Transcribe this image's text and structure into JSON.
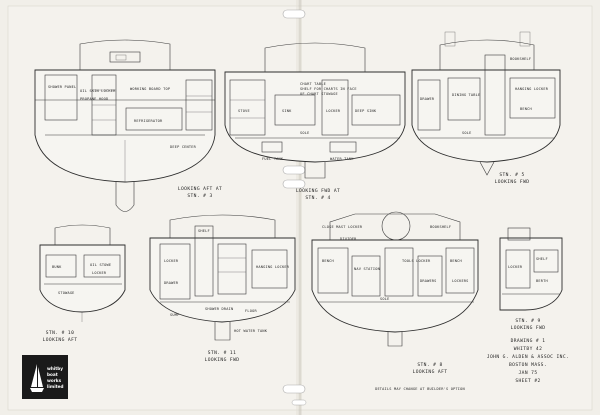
{
  "top_left": {
    "labels": [
      "SHOWER PANEL",
      "OIL SKIN LOCKER",
      "PROPANE HOOD",
      "WORKING BOARD TOP",
      "REFRIGERATOR",
      "DEEP CENTER"
    ],
    "caption": [
      "LOOKING AFT AT",
      "STN. # 3"
    ]
  },
  "top_mid": {
    "labels": [
      "CHART TABLE",
      "SHELF FOR CHARTS IN FACE",
      "OF CHART STOWAGE",
      "STOVE",
      "SINK",
      "LOCKER",
      "SOLE",
      "DEEP SINK",
      "FUEL TANK",
      "WATER TANK"
    ],
    "caption": [
      "LOOKING FWD AT",
      "STN. # 4"
    ]
  },
  "top_right": {
    "labels": [
      "BOOKSHELF",
      "HANGING LOCKER",
      "DRAWER",
      "DINING TABLE",
      "BENCH",
      "SOLE"
    ],
    "caption": [
      "STN. # 5",
      "LOOKING FWD"
    ]
  },
  "bot_left": {
    "labels": [
      "OIL STOWE",
      "BUNK",
      "LOCKER",
      "STOWAGE"
    ],
    "caption": [
      "STN. # 10",
      "LOOKING AFT"
    ]
  },
  "bot_mid": {
    "labels": [
      "SHELF",
      "LOCKER",
      "HANGING LOCKER",
      "DRAWER",
      "SHOWER DRAIN",
      "SUMP",
      "FLOOR",
      "HOT WATER TANK"
    ],
    "caption": [
      "STN. # 11",
      "LOOKING FWD"
    ]
  },
  "bot_right": {
    "labels": [
      "CLOSE MAST LOCKER",
      "DIVIDER",
      "BOOKSHELF",
      "BENCH",
      "NAV STATION",
      "TOOLS LOCKER",
      "BENCH",
      "DRAWERS",
      "SOLE",
      "LOCKERS"
    ],
    "caption": [
      "STN. # 8",
      "LOOKING AFT"
    ],
    "footnote": "DETAILS MAY CHANGE AT BUILDER'S OPTION"
  },
  "far_right": {
    "labels": [
      "SHELF",
      "LOCKER",
      "BERTH"
    ],
    "caption": [
      "STN. # 9",
      "LOOKING FWD"
    ]
  },
  "title_block": {
    "lines": [
      "DRAWING # 1",
      "WHITBY 42",
      "JOHN G. ALDEN & ASSOC INC.",
      "BOSTON MASS.",
      "JAN 75",
      "SHEET #2"
    ]
  },
  "logo": {
    "lines": [
      "whitby",
      "boat",
      "works",
      "limited"
    ]
  }
}
